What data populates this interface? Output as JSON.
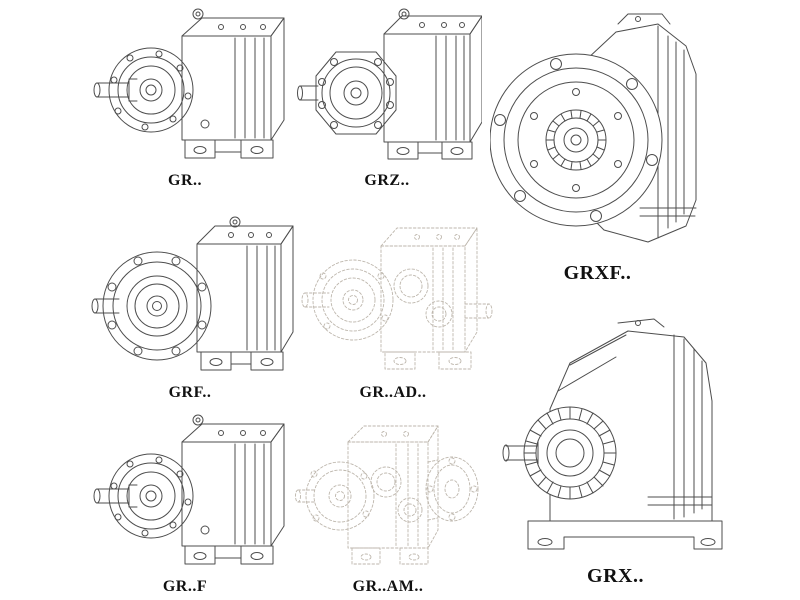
{
  "page": {
    "background": "#ffffff",
    "line_color": "#4d4d4d",
    "ghost_line_color": "#bdb6ac",
    "figures": [
      {
        "id": "gr",
        "label": "GR..",
        "render": "solid",
        "drawing": "helical-gearbox-foot-mounted"
      },
      {
        "id": "grz",
        "label": "GRZ..",
        "render": "solid",
        "drawing": "helical-gearbox-octagon-face"
      },
      {
        "id": "grxf",
        "label": "GRXF..",
        "render": "solid",
        "drawing": "helical-gearbox-flange-front-view"
      },
      {
        "id": "grf",
        "label": "GRF..",
        "render": "solid",
        "drawing": "helical-gearbox-with-flange"
      },
      {
        "id": "grad",
        "label": "GR..AD..",
        "render": "ghost",
        "drawing": "helical-gearbox-input-adapter-phantom"
      },
      {
        "id": "grx",
        "label": "GRX..",
        "render": "solid",
        "drawing": "large-helical-gearbox-on-base"
      },
      {
        "id": "grfoot",
        "label": "GR..F",
        "render": "solid",
        "drawing": "helical-gearbox-foot-mounted"
      },
      {
        "id": "gram",
        "label": "GR..AM..",
        "render": "ghost",
        "drawing": "helical-gearbox-motor-flange-phantom"
      }
    ]
  }
}
